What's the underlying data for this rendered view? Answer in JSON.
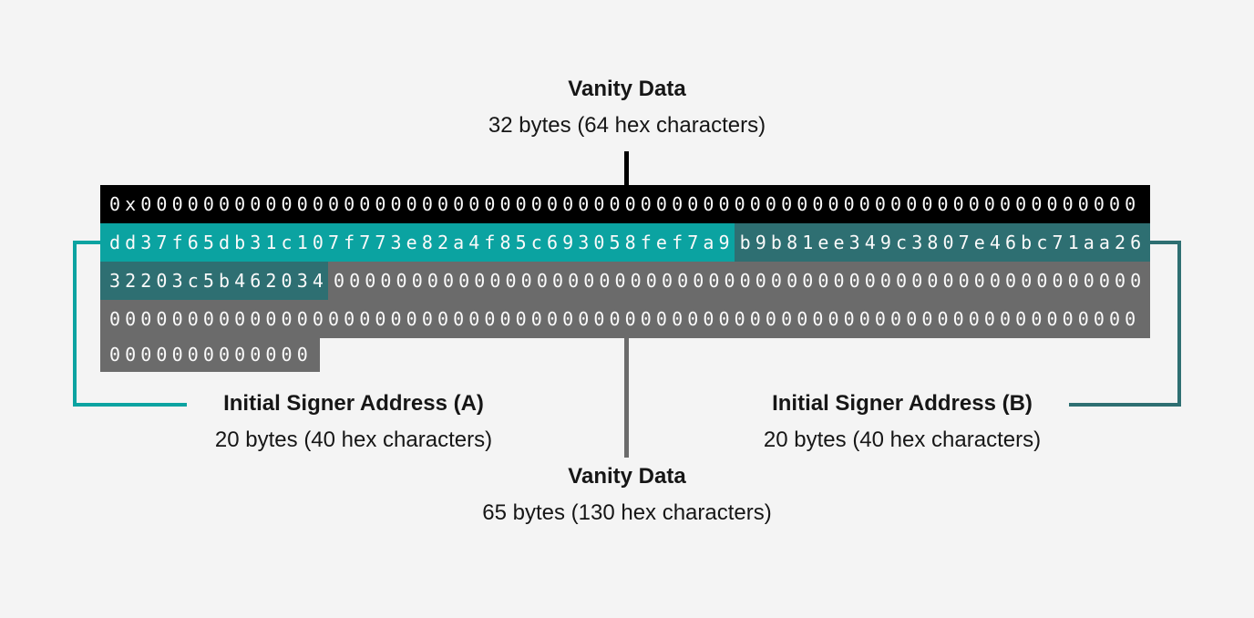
{
  "colors": {
    "background": "#f4f4f4",
    "black": "#000000",
    "teal_bright": "#0ba3a1",
    "teal_dark": "#2e6f72",
    "gray": "#6b6b6b",
    "bar_text": "#fafafa",
    "label_text": "#161616"
  },
  "labels": {
    "top": {
      "title": "Vanity Data",
      "subtitle": "32 bytes (64 hex characters)"
    },
    "bottom": {
      "title": "Vanity Data",
      "subtitle": "65 bytes (130 hex characters)"
    },
    "signer_a": {
      "title": "Initial Signer Address (A)",
      "subtitle": "20 bytes (40 hex characters)"
    },
    "signer_b": {
      "title": "Initial Signer Address (B)",
      "subtitle": "20 bytes (40 hex characters)"
    }
  },
  "hex_rows": [
    {
      "segments": [
        {
          "name": "prefix-and-vanity-zeros",
          "style": "black",
          "text": "0x0000000000000000000000000000000000000000000000000000000000000000"
        }
      ]
    },
    {
      "segments": [
        {
          "name": "signer-a-address",
          "style": "teal_bright",
          "text": "dd37f65db31c107f773e82a4f85c693058fef7a9"
        },
        {
          "name": "signer-b-address-part1",
          "style": "teal_dark",
          "text": "b9b81ee349c3807e46bc71aa26"
        }
      ]
    },
    {
      "segments": [
        {
          "name": "signer-b-address-part2",
          "style": "teal_dark",
          "text": "32203c5b462034"
        },
        {
          "name": "vanity-zeros-row1",
          "style": "gray",
          "text": "0000000000000000000000000000000000000000000000000000"
        }
      ]
    },
    {
      "segments": [
        {
          "name": "vanity-zeros-row2",
          "style": "gray",
          "text": "000000000000000000000000000000000000000000000000000000000000000000"
        }
      ]
    },
    {
      "segments": [
        {
          "name": "vanity-zeros-row3",
          "style": "gray",
          "text": "0000000000000"
        }
      ]
    }
  ]
}
